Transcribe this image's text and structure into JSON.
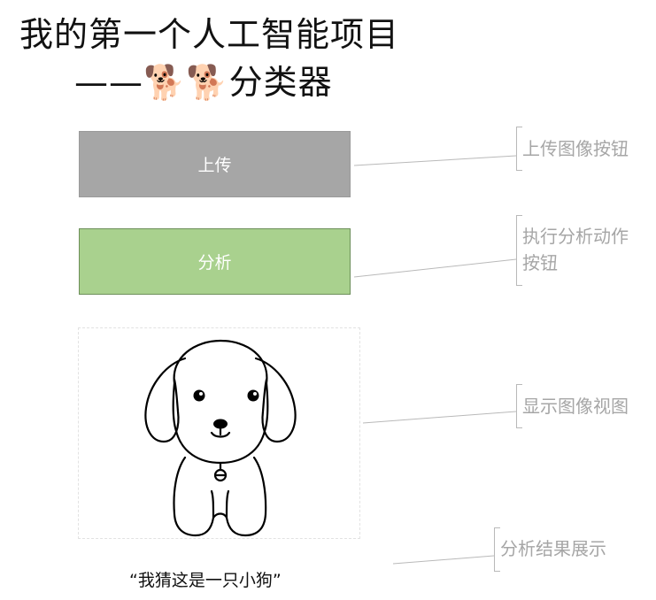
{
  "title": {
    "line1": "我的第一个人工智能项目",
    "line2_dash": "——",
    "line2_emoji": "🐕🐕",
    "line2_text": "分类器"
  },
  "buttons": {
    "upload_label": "上传",
    "analyze_label": "分析"
  },
  "result_text": "“我猜这是一只小狗”",
  "callouts": {
    "upload": "上传图像按钮",
    "analyze_line1": "执行分析动作",
    "analyze_line2": "按钮",
    "image_view": "显示图像视图",
    "result": "分析结果展示"
  },
  "colors": {
    "upload_button": "#a6a6a6",
    "analyze_button": "#a9d18e",
    "callout_text": "#a6a6a6"
  },
  "icons": {
    "dog_image": "dog-illustration",
    "title_emoji": "dog-icon"
  }
}
